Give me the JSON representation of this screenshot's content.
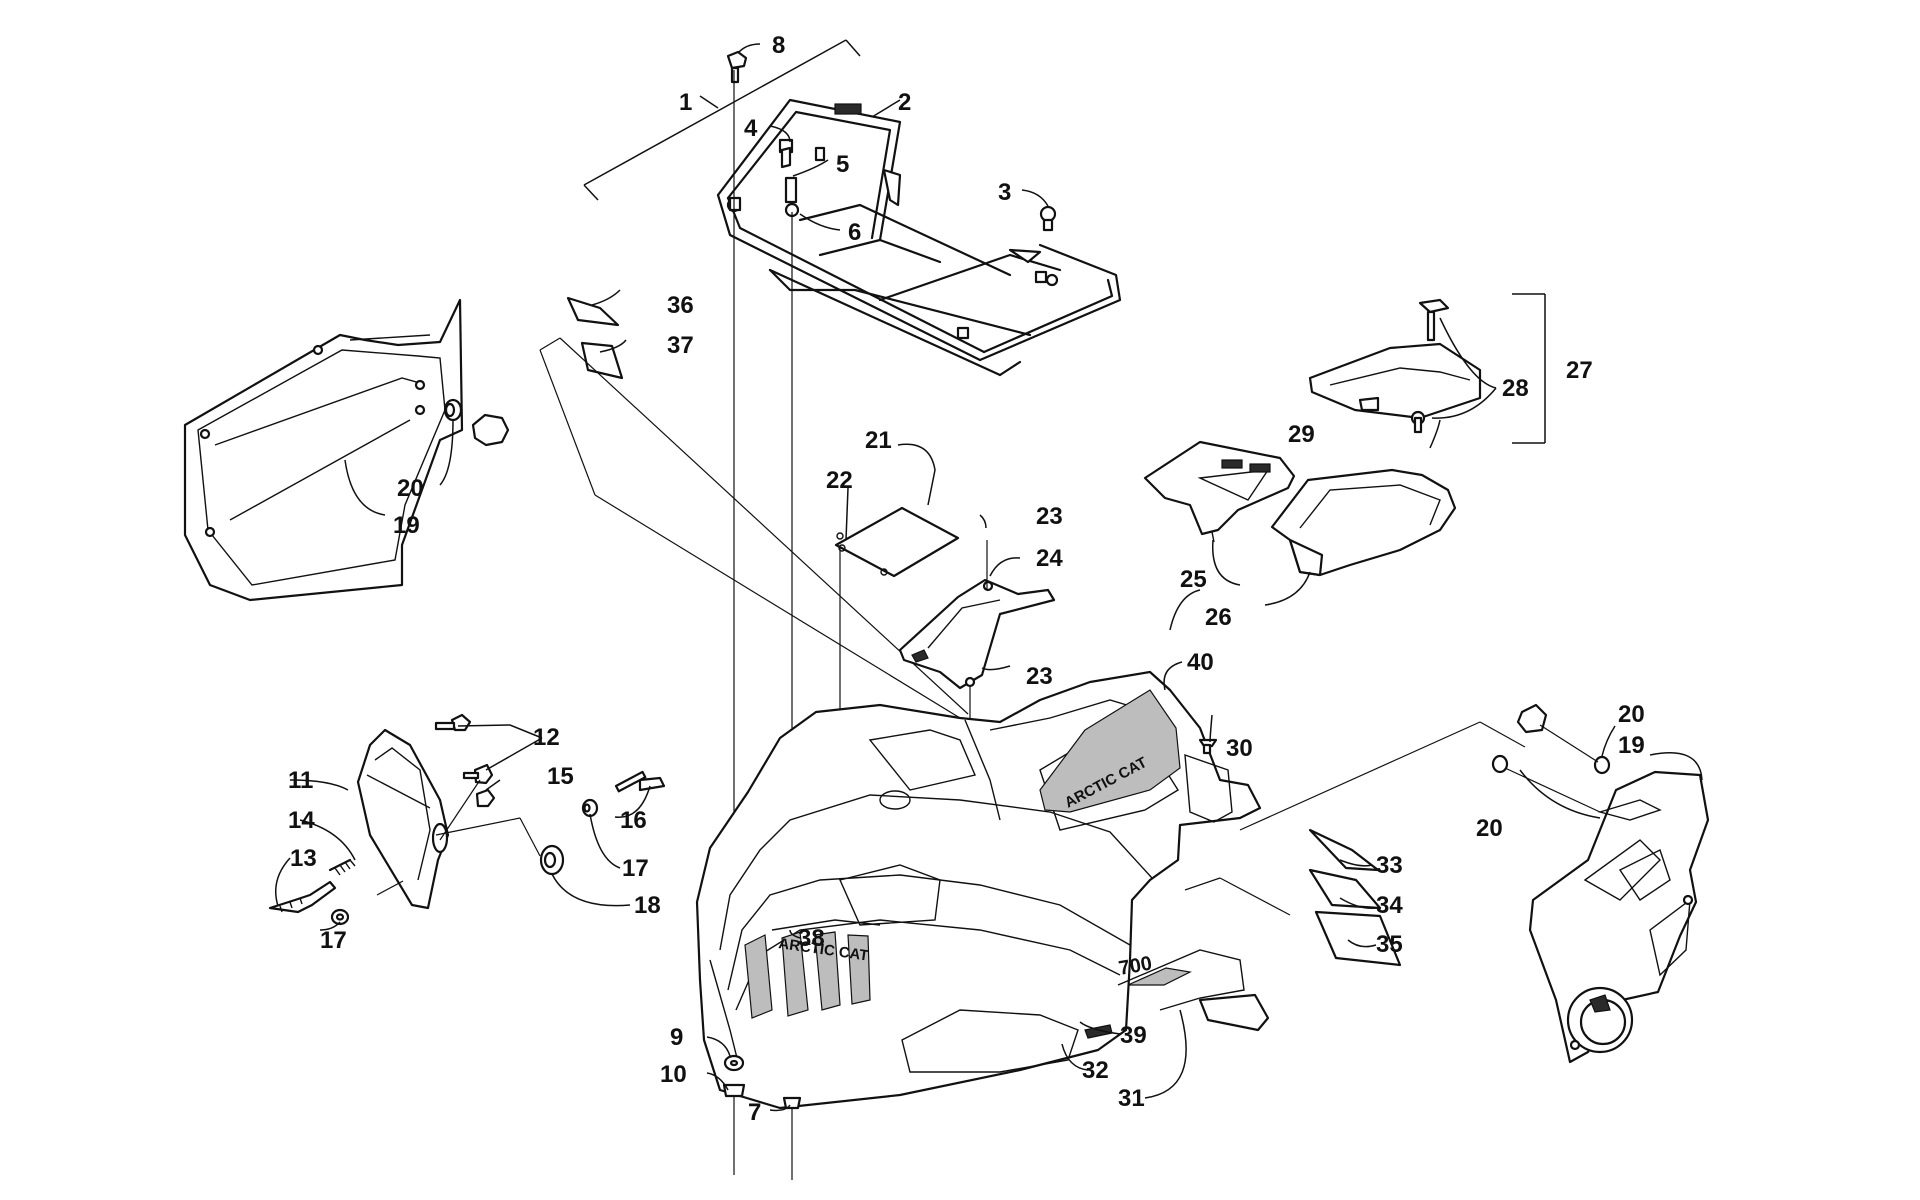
{
  "diagram": {
    "callouts": [
      "1",
      "2",
      "3",
      "4",
      "5",
      "6",
      "7",
      "8",
      "9",
      "10",
      "11",
      "12",
      "13",
      "14",
      "15",
      "16",
      "17",
      "18",
      "19",
      "20",
      "21",
      "22",
      "23",
      "24",
      "25",
      "26",
      "27",
      "28",
      "29",
      "30",
      "31",
      "32",
      "33",
      "34",
      "35",
      "36",
      "37",
      "38",
      "39",
      "40"
    ],
    "decal_text": {
      "hood_logo": "ARCTIC CAT",
      "side_logo": "ARCTIC CAT",
      "model_badge": "700"
    }
  }
}
